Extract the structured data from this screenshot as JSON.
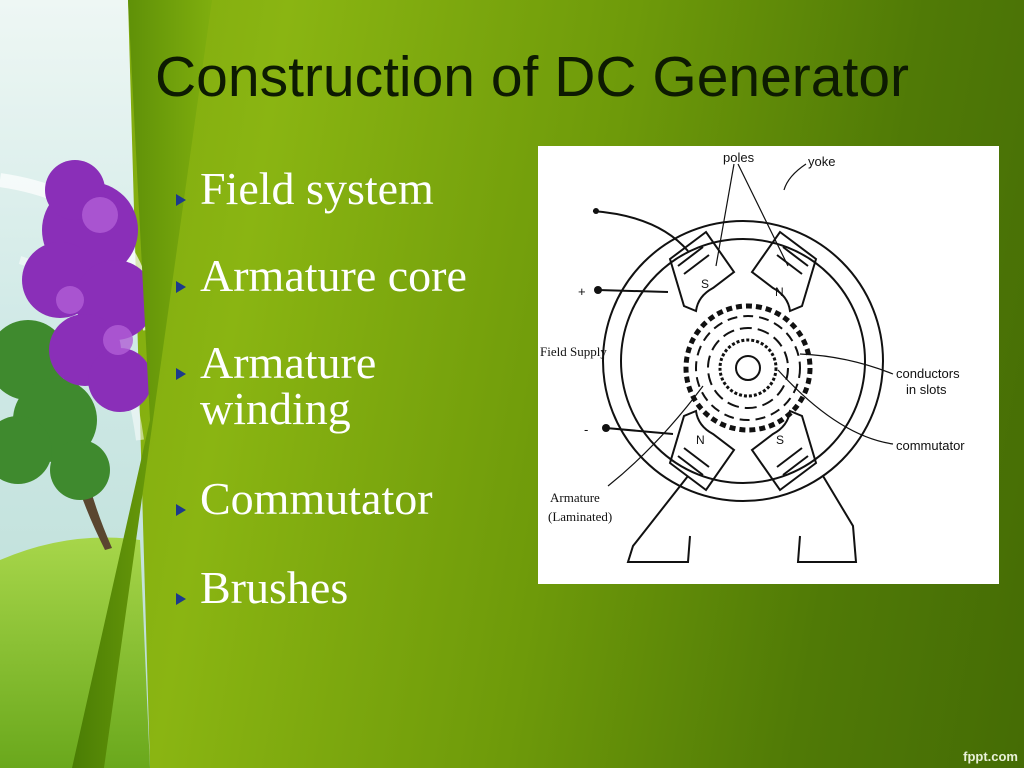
{
  "slide": {
    "title": "Construction of DC Generator",
    "bullets": [
      "Field system",
      "Armature core",
      "Armature winding",
      "Commutator",
      "Brushes"
    ],
    "watermark": "fppt.com"
  },
  "diagram": {
    "labels": {
      "poles": "poles",
      "yoke": "yoke",
      "field_supply": "Field Supply",
      "plus": "+",
      "minus": "-",
      "conductors_line1": "conductors",
      "conductors_line2": "in slots",
      "commutator": "commutator",
      "armature_line1": "Armature",
      "armature_line2": "(Laminated)",
      "pole_top_left": "S",
      "pole_top_right": "N",
      "pole_bottom_left": "N",
      "pole_bottom_right": "S"
    }
  },
  "colors": {
    "title": "#0d1a02",
    "bullet_text": "#ffffff",
    "bullet_marker": "#1c3a8c",
    "background_dark": "#456c05",
    "background_light": "#8ab512"
  }
}
